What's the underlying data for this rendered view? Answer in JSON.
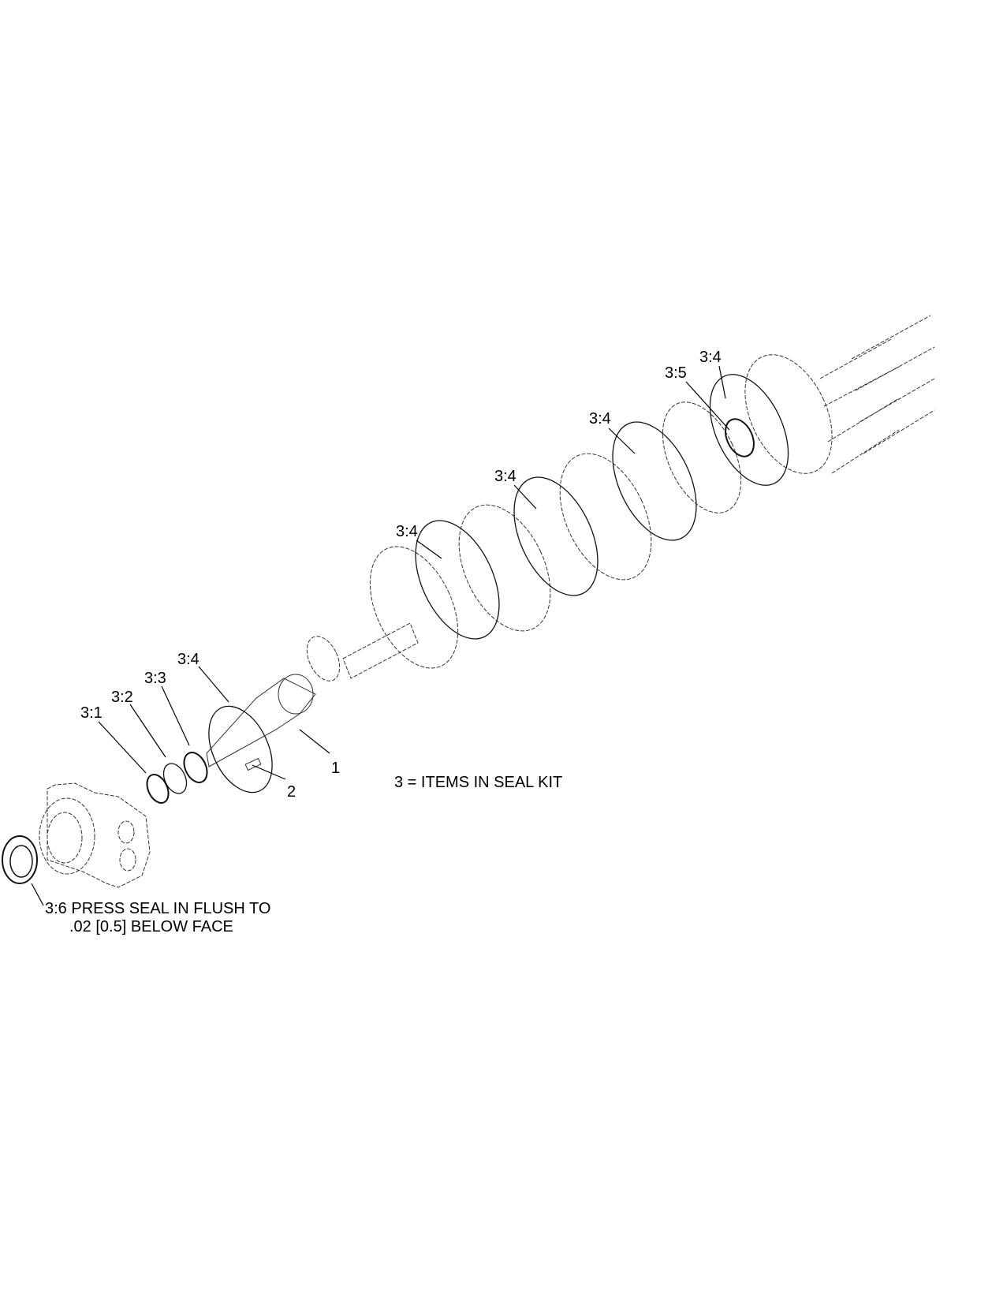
{
  "callouts": {
    "c34_a": "3:4",
    "c34_b": "3:4",
    "c34_c": "3:4",
    "c34_d": "3:4",
    "c34_e": "3:4",
    "c35": "3:5",
    "c33": "3:3",
    "c32": "3:2",
    "c31": "3:1",
    "c1": "1",
    "c2": "2"
  },
  "notes": {
    "seal_kit": "3 = ITEMS IN SEAL KIT",
    "seal_line1": "3:6  PRESS SEAL IN FLUSH TO",
    "seal_line2": ".02 [0.5] BELOW FACE"
  }
}
